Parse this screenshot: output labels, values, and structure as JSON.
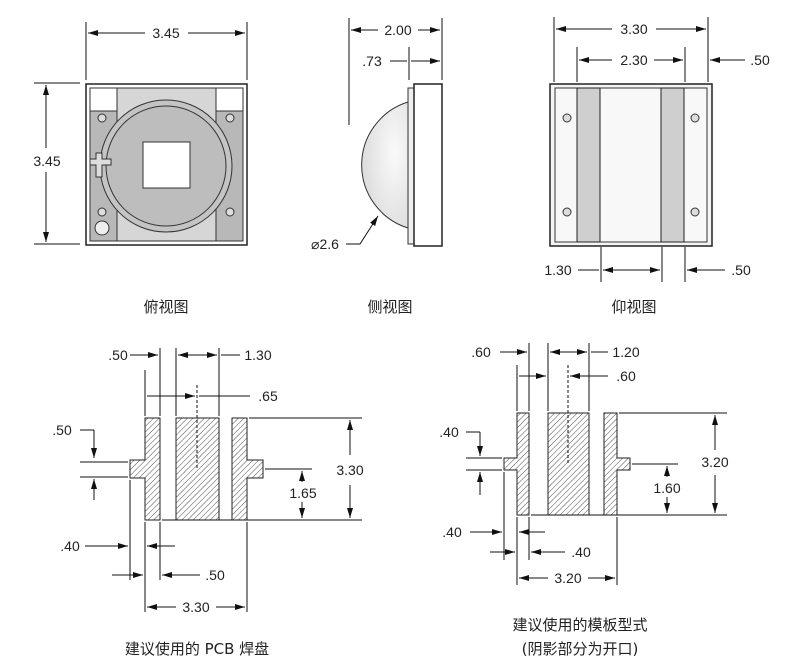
{
  "views": {
    "top": {
      "caption": "俯视图",
      "width": "3.45",
      "height": "3.45"
    },
    "side": {
      "caption": "侧视图",
      "overall": "2.00",
      "base": ".73",
      "dome_dia": "⌀2.6"
    },
    "bottom": {
      "caption": "仰视图",
      "overall": "3.30",
      "inner": "2.30",
      "edge_top": ".50",
      "center": "1.30",
      "edge_bottom": ".50"
    }
  },
  "pcb_pad": {
    "caption": "建议使用的 PCB 焊盘",
    "dims": {
      "pad_w": ".50",
      "center_w": "1.30",
      "gap": ".65",
      "tab_h": ".50",
      "height": "3.30",
      "half_h": "1.65",
      "tab_w": ".40",
      "pad_w2": ".50",
      "total_w": "3.30"
    }
  },
  "stencil": {
    "caption": "建议使用的模板型式",
    "note": "(阴影部分为开口)",
    "dims": {
      "pad_w": ".60",
      "center_w": "1.20",
      "center_half": ".60",
      "tab_h": ".40",
      "height": "3.20",
      "half_h": "1.60",
      "tab_w": ".40",
      "gap": ".40",
      "total_w": "3.20"
    }
  },
  "colors": {
    "fill_gray": "#c8c8c8",
    "line": "#111111"
  }
}
